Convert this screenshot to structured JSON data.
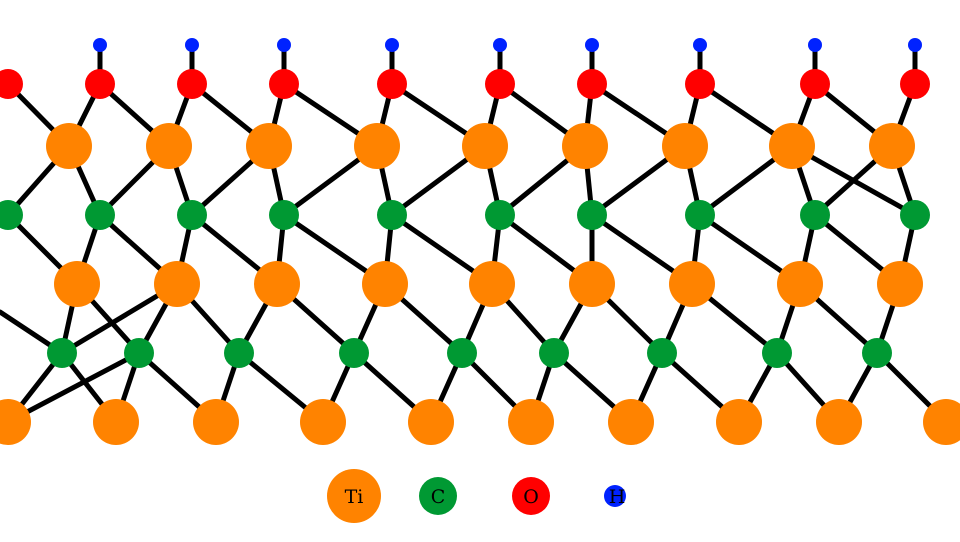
{
  "colors": {
    "Ti": "#ff8300",
    "C": "#009933",
    "O": "#ff0000",
    "H": "#0022ff",
    "bond": "#000000",
    "background": "#ffffff"
  },
  "legend": {
    "ti_label": "Ti",
    "c_label": "C",
    "o_label": "O",
    "h_label": "H"
  }
}
